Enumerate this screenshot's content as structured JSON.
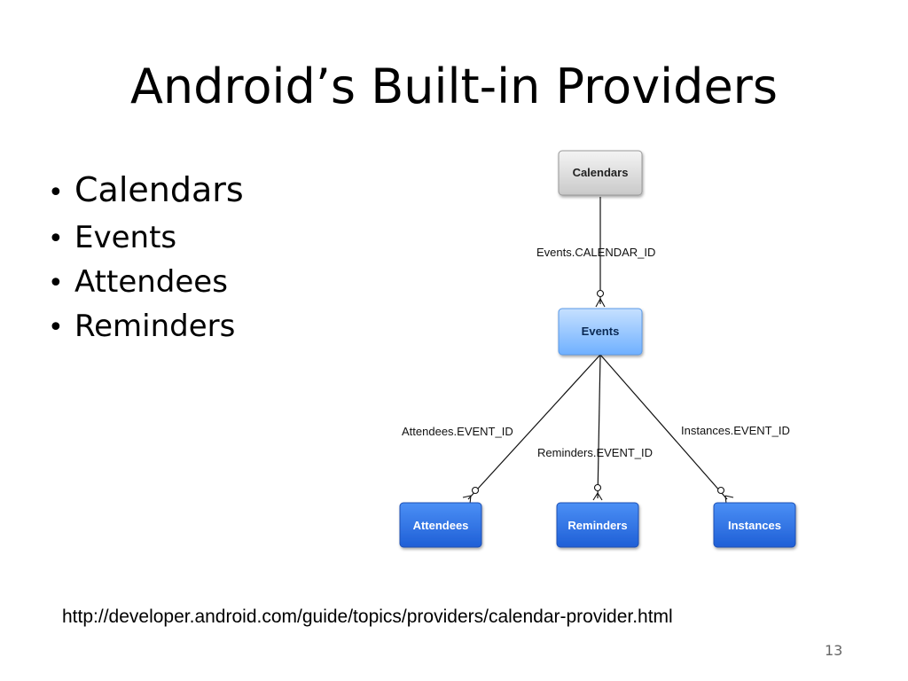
{
  "slide": {
    "title": "Android’s Built-in Providers",
    "bullets": [
      "Calendars",
      "Events",
      "Attendees",
      "Reminders"
    ],
    "url": "http://developer.android.com/guide/topics/providers/calendar-provider.html",
    "page_number": "13"
  },
  "diagram": {
    "nodes": {
      "calendars": "Calendars",
      "events": "Events",
      "attendees": "Attendees",
      "reminders": "Reminders",
      "instances": "Instances"
    },
    "edges": {
      "events_calendar_id": "Events.CALENDAR_ID",
      "attendees_event_id": "Attendees.EVENT_ID",
      "reminders_event_id": "Reminders.EVENT_ID",
      "instances_event_id": "Instances.EVENT_ID"
    },
    "colors": {
      "calendars_fill": "#d9d9d9",
      "events_fill": "#8fc3ff",
      "child_fill": "#2f6fe0"
    }
  }
}
